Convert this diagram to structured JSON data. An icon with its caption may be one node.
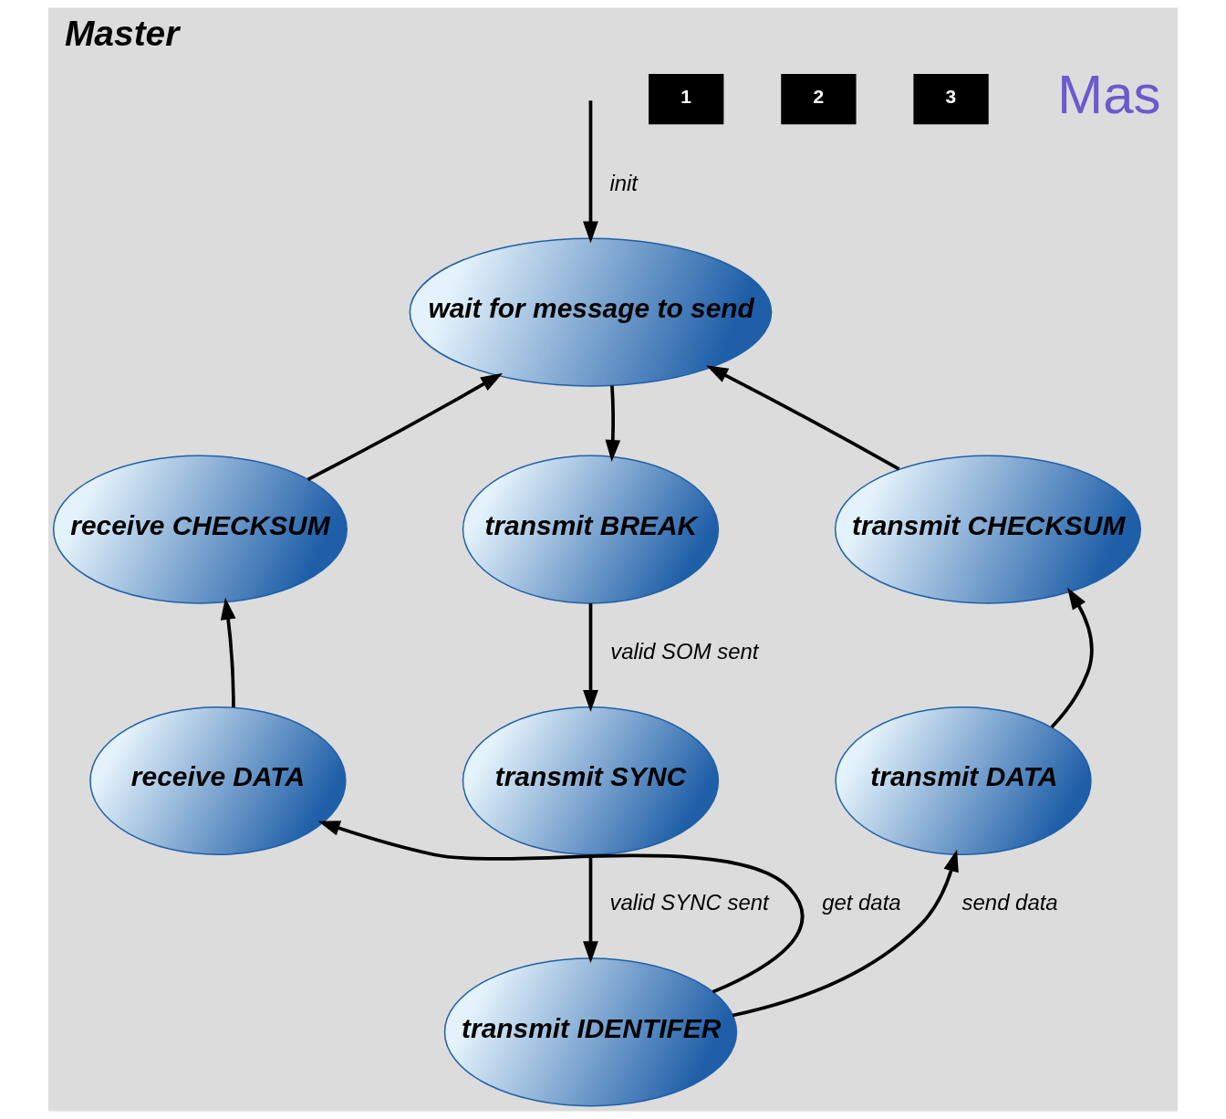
{
  "diagram": {
    "title": "Master",
    "nodes": [
      {
        "text": [
          "wait for message to send"
        ]
      },
      {
        "text": [
          "receive CHECKSUM"
        ]
      },
      {
        "text": [
          "transmit BREAK"
        ]
      },
      {
        "text": [
          "transmit CHECKSUM"
        ]
      },
      {
        "text": [
          "receive DATA"
        ]
      },
      {
        "text": [
          "transmit SYNC"
        ]
      },
      {
        "text": [
          "transmit DATA"
        ]
      },
      {
        "text": [
          "transmit IDENTIFER"
        ]
      }
    ],
    "edges": [
      {
        "from": null,
        "to": 0,
        "arrow": "to",
        "label": "init"
      },
      {
        "from": 0,
        "to": 2,
        "arrow": "to"
      },
      {
        "from": 2,
        "to": 5,
        "arrow": "to",
        "label": "valid SOM sent"
      },
      {
        "from": 5,
        "to": 7,
        "arrow": "to",
        "label": "valid SYNC sent"
      },
      {
        "from": 7,
        "to": 4,
        "arrow": "to",
        "label": "get data"
      },
      {
        "from": 7,
        "to": 6,
        "arrow": "to",
        "label": "send data"
      },
      {
        "from": 4,
        "to": 1,
        "arrow": "to"
      },
      {
        "from": 6,
        "to": 3,
        "arrow": "to"
      },
      {
        "from": 1,
        "to": 0,
        "arrow": "to"
      },
      {
        "from": 3,
        "to": 0,
        "arrow": "to"
      }
    ],
    "labels": [
      "1",
      "2",
      "3",
      "Mas"
    ]
  }
}
